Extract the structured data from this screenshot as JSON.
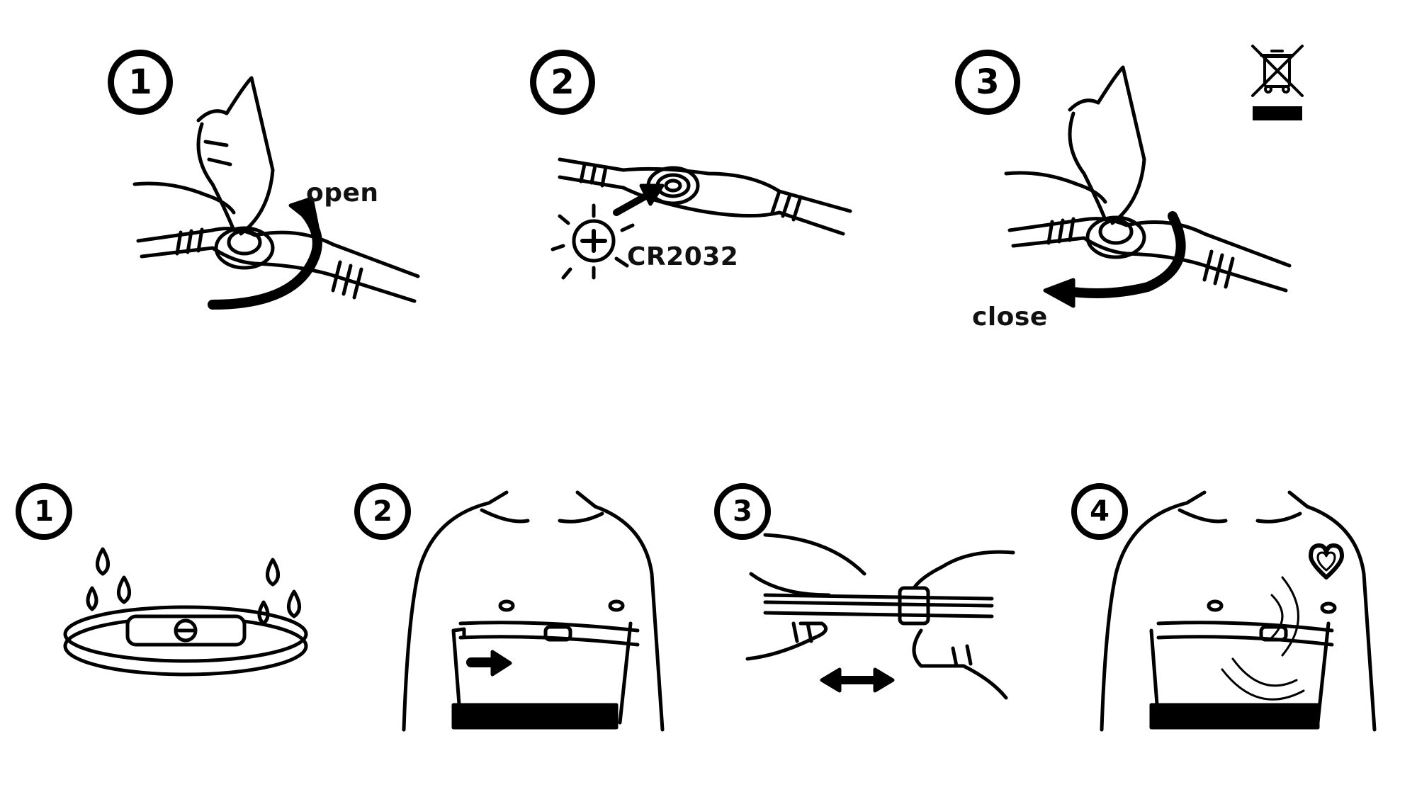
{
  "battery_steps": [
    {
      "number": "1",
      "label": "open"
    },
    {
      "number": "2",
      "label": "CR2032"
    },
    {
      "number": "3",
      "label": "close"
    }
  ],
  "wear_steps": [
    {
      "number": "1"
    },
    {
      "number": "2"
    },
    {
      "number": "3"
    },
    {
      "number": "4"
    }
  ],
  "icons": {
    "disposal": "crossed-out-wheelie-bin-icon",
    "heart": "heart-icon",
    "water": "water-drop-icon"
  },
  "colors": {
    "ink": "#000000",
    "background": "#ffffff"
  }
}
